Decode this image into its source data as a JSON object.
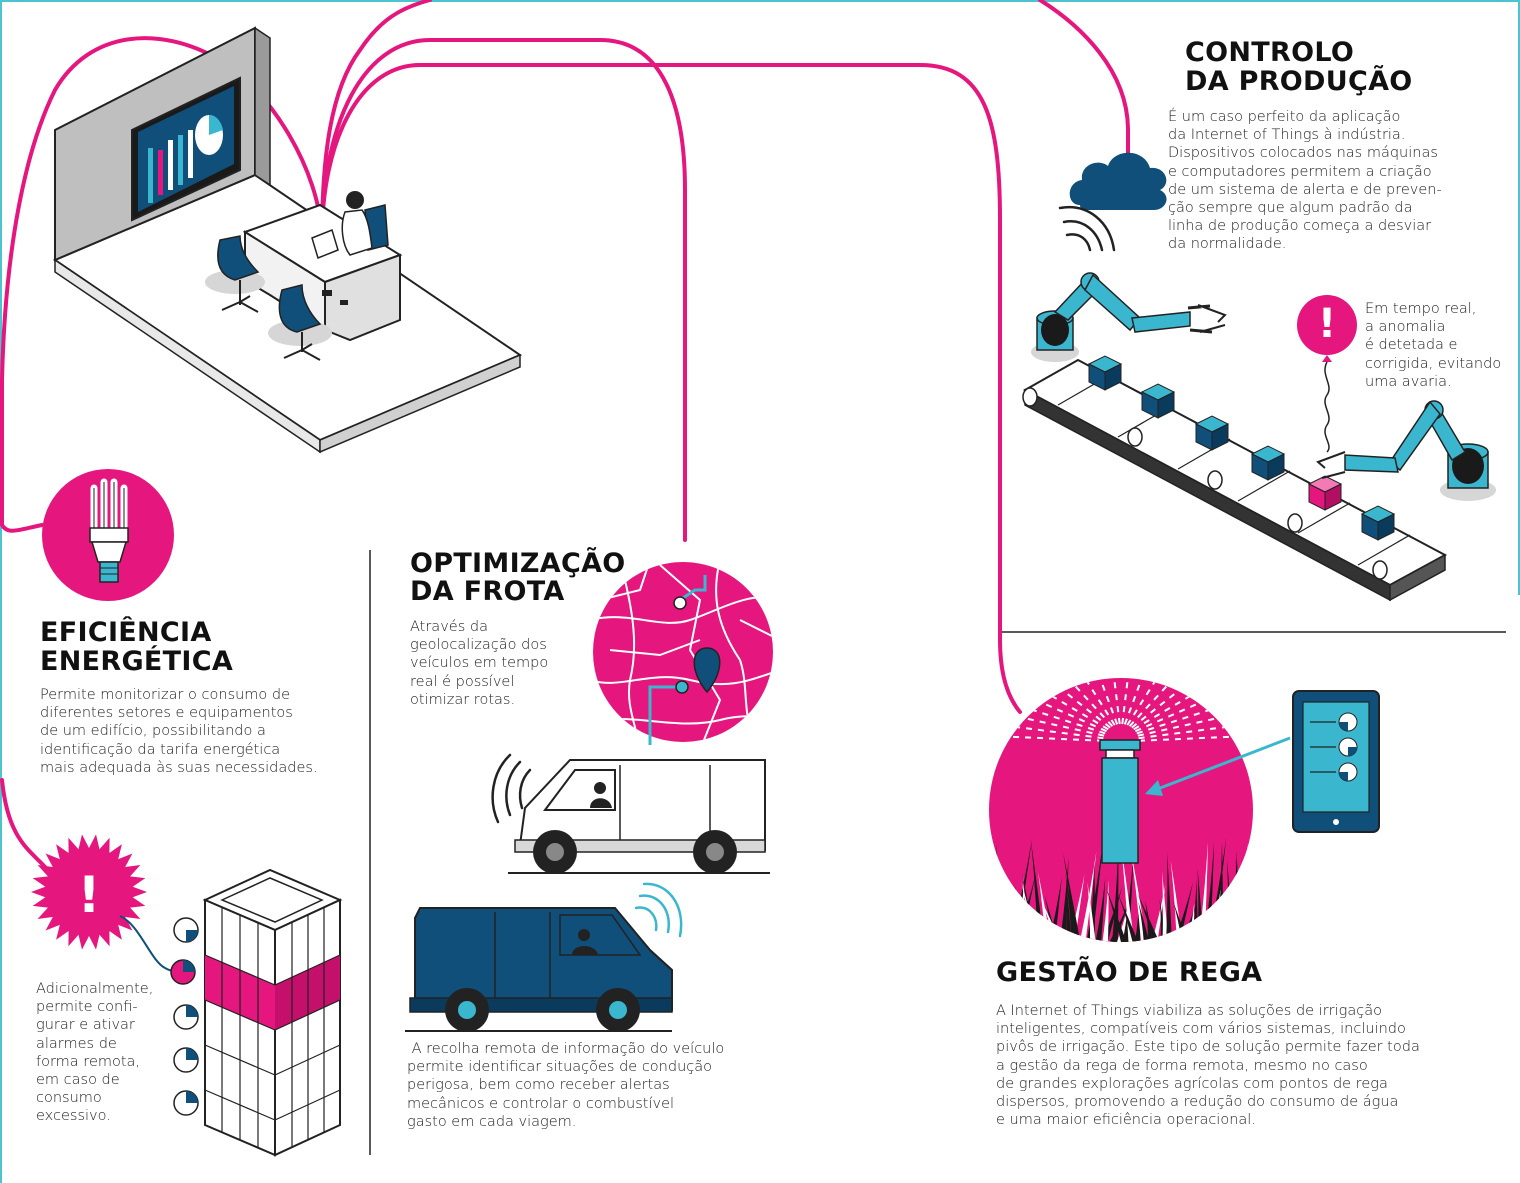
{
  "colors": {
    "accent": "#e5177e",
    "navy": "#104f79",
    "cyan": "#3ab7cf",
    "border": "#4cc3cf"
  },
  "icons": [
    "cloud-icon",
    "alert-icon",
    "lightbulb-icon",
    "map-pin-icon",
    "tablet-icon",
    "sprinkler-icon",
    "van-icon",
    "robot-arm-icon",
    "building-icon"
  ],
  "controlo": {
    "title": "CONTROLO\nDA PRODUÇÃO",
    "text": "É um caso perfeito da aplicação\nda Internet of Things à indústria.\nDispositivos colocados nas máquinas\ne computadores permitem a criação\nde um sistema de alerta e de preven-\nção sempre que algum padrão da\nlinha de produção começa a desviar\nda normalidade.",
    "alert_text": "Em tempo real,\na anomalia\né detetada e\ncorrigida, evitando\numa avaria.",
    "alert_mark": "!"
  },
  "eficiencia": {
    "title": "EFICIÊNCIA\nENERGÉTICA",
    "text": "Permite monitorizar o consumo de\ndiferentes setores e equipamentos\nde um edifício, possibilitando a\nidentificação da tarifa energética\nmais adequada às suas necessidades.",
    "alarm_text": "Adicionalmente,\npermite confi-\ngurar e ativar\nalarmes de\nforma remota,\nem caso de\nconsumo\nexcessivo.",
    "alert_mark": "!"
  },
  "frota": {
    "title": "OPTIMIZAÇÃO\nDA FROTA",
    "text": "Através da\ngeolocalização dos\nveículos em tempo\nreal é possível\notimizar rotas.",
    "remote_text": " A recolha remota de informação do veículo\npermite identificar situações de condução\nperigosa, bem como receber alertas\nmecânicos e controlar o combustível\ngasto em cada viagem."
  },
  "rega": {
    "title": "GESTÃO DE REGA",
    "text": "A Internet of Things viabiliza as soluções de irrigação\ninteligentes, compatíveis com vários sistemas, incluindo\npivôs de irrigação. Este tipo de solução permite fazer toda\na gestão da rega de forma remota, mesmo no caso\nde grandes explorações agrícolas com pontos de rega\ndispersos, promovendo a redução do consumo de água\ne uma maior eficiência operacional."
  }
}
